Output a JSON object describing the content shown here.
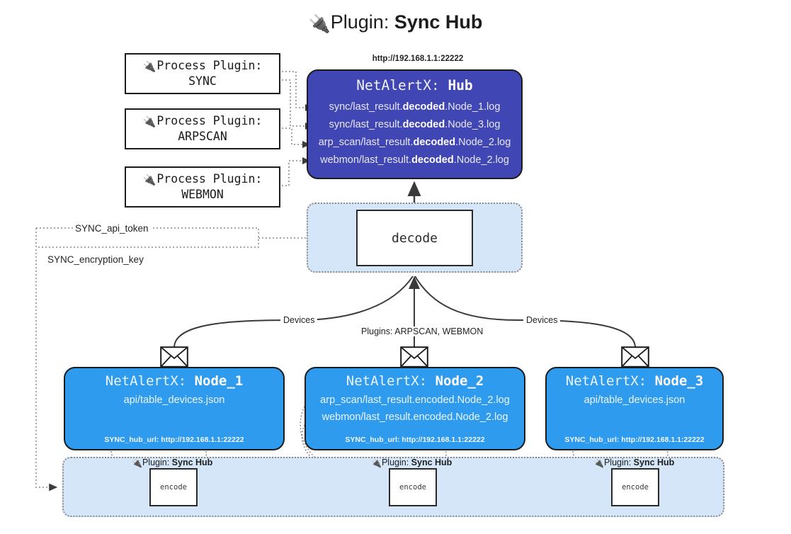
{
  "title": {
    "icon": "plug-icon",
    "glyph": "🔌",
    "prefix": "Plugin:",
    "name": "Sync Hub"
  },
  "process_plugins": [
    {
      "glyph": "🔌",
      "line1": "Process Plugin:",
      "line2": "SYNC"
    },
    {
      "glyph": "🔌",
      "line1": "Process Plugin:",
      "line2": "ARPSCAN"
    },
    {
      "glyph": "🔌",
      "line1": "Process Plugin:",
      "line2": "WEBMON"
    }
  ],
  "hub": {
    "url": "http://192.168.1.1:22222",
    "title_prefix": "NetAlertX:",
    "title_name": "Hub",
    "logs": [
      {
        "pre": "sync/last_result.",
        "mid": "decoded",
        "post": ".Node_1.log"
      },
      {
        "pre": "sync/last_result.",
        "mid": "decoded",
        "post": ".Node_3.log"
      },
      {
        "pre": "arp_scan/last_result.",
        "mid": "decoded",
        "post": ".Node_2.log"
      },
      {
        "pre": "webmon/last_result.",
        "mid": "decoded",
        "post": ".Node_2.log"
      }
    ]
  },
  "decode": {
    "label": "decode"
  },
  "settings": {
    "api_token": "SYNC_api_token",
    "encryption_key": "SYNC_encryption_key"
  },
  "edge_labels": {
    "devices_left": "Devices",
    "devices_right": "Devices",
    "plugins_center": "Plugins: ARPSCAN, WEBMON"
  },
  "nodes": [
    {
      "title_prefix": "NetAlertX:",
      "title_name": "Node_1",
      "lines": [
        "api/table_devices.json"
      ],
      "footer": "SYNC_hub_url: http://192.168.1.1:22222"
    },
    {
      "title_prefix": "NetAlertX:",
      "title_name": "Node_2",
      "lines": [
        "arp_scan/last_result.encoded.Node_2.log",
        "webmon/last_result.encoded.Node_2.log"
      ],
      "footer": "SYNC_hub_url: http://192.168.1.1:22222"
    },
    {
      "title_prefix": "NetAlertX:",
      "title_name": "Node_3",
      "lines": [
        "api/table_devices.json"
      ],
      "footer": "SYNC_hub_url: http://192.168.1.1:22222"
    }
  ],
  "encode_sections": [
    {
      "glyph": "🔌",
      "label_prefix": "Plugin:",
      "label_name": "Sync Hub",
      "box": "encode"
    },
    {
      "glyph": "🔌",
      "label_prefix": "Plugin:",
      "label_name": "Sync Hub",
      "box": "encode"
    },
    {
      "glyph": "🔌",
      "label_prefix": "Plugin:",
      "label_name": "Sync Hub",
      "box": "encode"
    }
  ],
  "colors": {
    "hub_fill": "#4047b4",
    "node_fill": "#2f9bee",
    "region_fill": "#d4e6f8",
    "stroke": "#1c1c1c",
    "dotted": "#8a8a8a"
  }
}
